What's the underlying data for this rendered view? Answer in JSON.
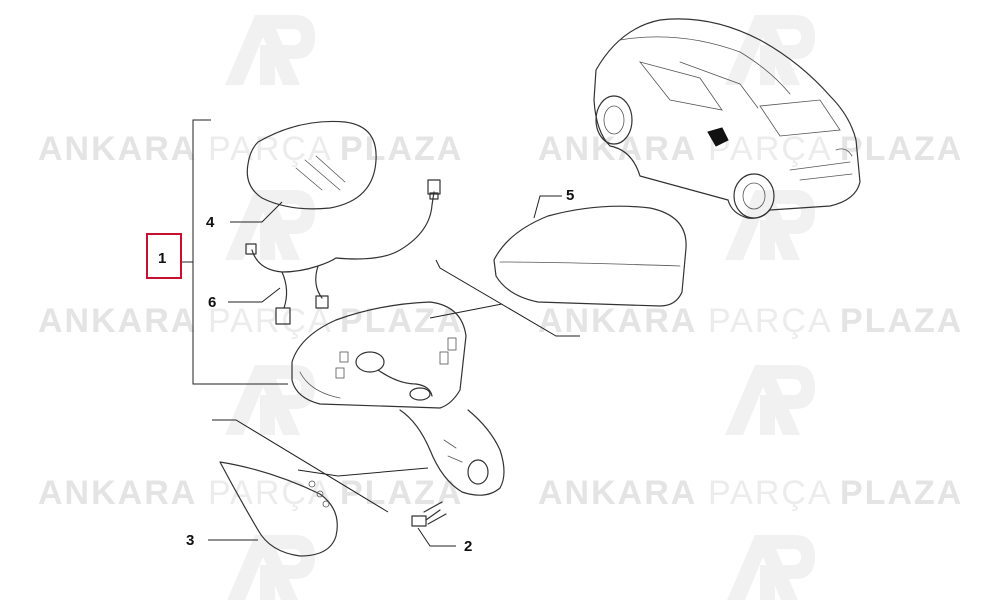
{
  "watermark": {
    "word1": "ANKARA",
    "word2": "PARÇA",
    "word3": "PLAZA"
  },
  "parts": {
    "selected": "1",
    "labels": [
      {
        "id": "1",
        "text": "1"
      },
      {
        "id": "2",
        "text": "2"
      },
      {
        "id": "3",
        "text": "3"
      },
      {
        "id": "4",
        "text": "4"
      },
      {
        "id": "5",
        "text": "5"
      },
      {
        "id": "6",
        "text": "6"
      }
    ]
  },
  "colors": {
    "selection": "#c8102e",
    "watermark": "#e6e6e6",
    "line": "#333333"
  },
  "icons": {
    "logo": "ap-monogram-logo-icon",
    "car": "hatchback-car-icon"
  }
}
